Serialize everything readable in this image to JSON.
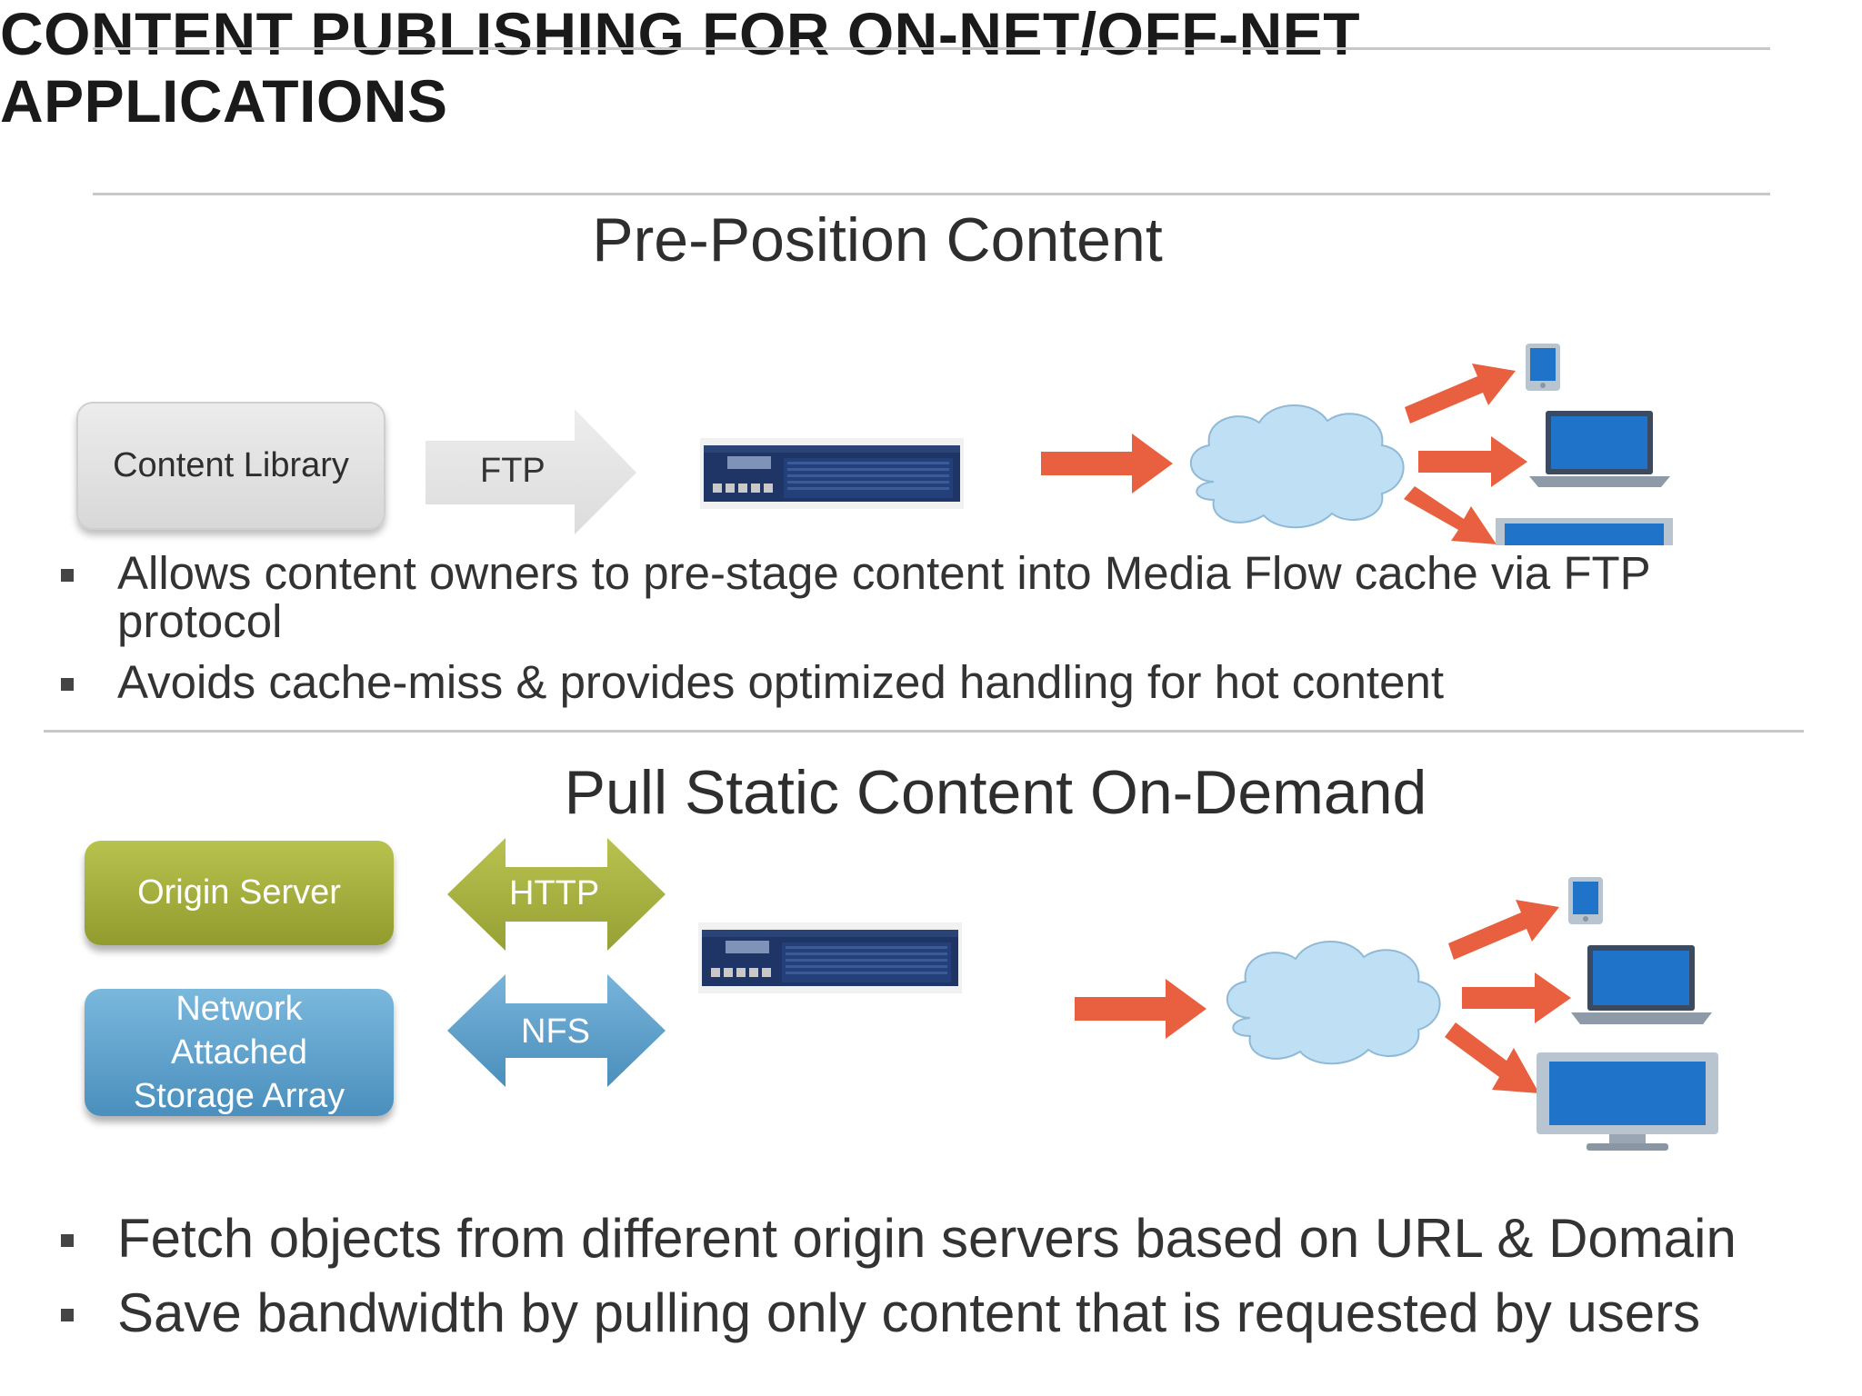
{
  "slide": {
    "title": "CONTENT PUBLISHING FOR ON-NET/OFF-NET APPLICATIONS"
  },
  "section1": {
    "heading": "Pre-Position Content",
    "source_box": "Content Library",
    "protocol": "FTP",
    "bullets": [
      "Allows content owners to pre-stage content into Media Flow cache via FTP protocol",
      "Avoids cache-miss & provides optimized handling for hot content"
    ]
  },
  "section2": {
    "heading": "Pull Static Content On-Demand",
    "origin_box": "Origin Server",
    "nas_box": "Network Attached Storage Array",
    "protocol_http": "HTTP",
    "protocol_nfs": "NFS",
    "bullets": [
      "Fetch objects from different origin servers based on URL & Domain",
      "Save bandwidth by pulling only content that is requested by users"
    ]
  },
  "colors": {
    "arrow_red": "#e8603f",
    "cloud": "#bfe0f4",
    "origin_green": "#a2ad3a",
    "nas_blue": "#5aa2cc",
    "library_gray": "#e0e0e0",
    "server_navy": "#1f3566",
    "screen_blue": "#1f73c8"
  },
  "icons": [
    "server-appliance",
    "cloud",
    "tablet",
    "laptop",
    "monitor"
  ]
}
